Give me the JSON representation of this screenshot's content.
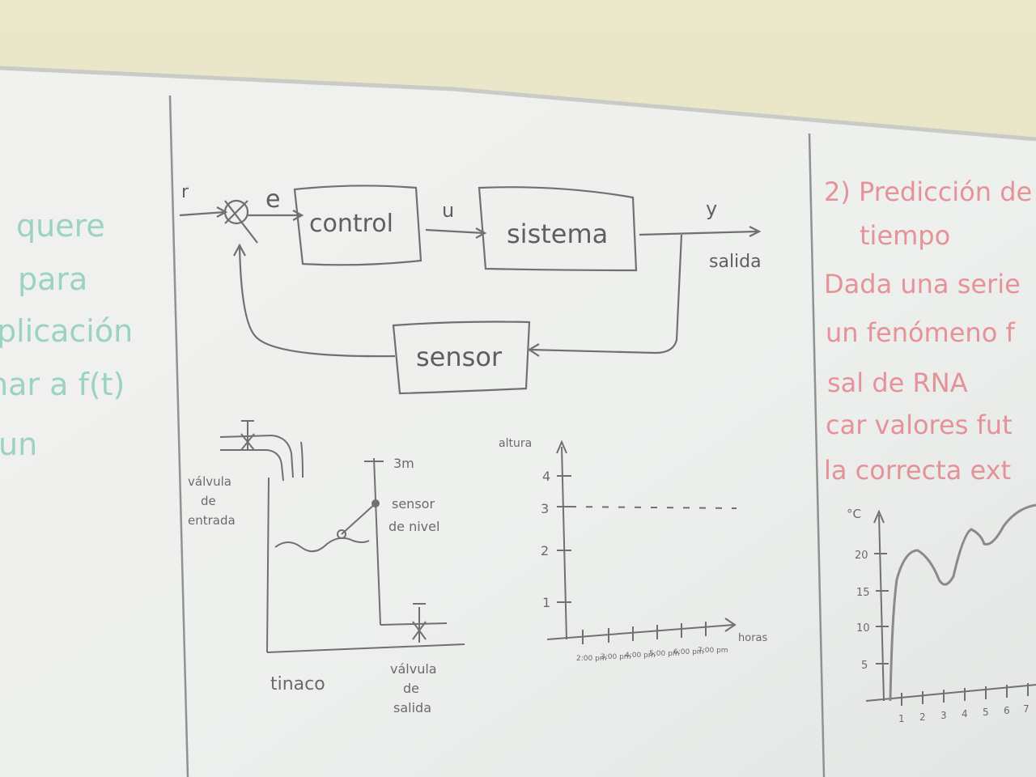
{
  "left_panel": {
    "lines": [
      "quere",
      "para",
      "plicación",
      "nar a f(t)",
      "un"
    ],
    "color": "#7fc9b4"
  },
  "block_diagram": {
    "input_label": "r",
    "error_label": "e",
    "control_label": "control",
    "control_output_label": "u",
    "system_label": "sistema",
    "output_label": "y",
    "output_caption": "salida",
    "sensor_label": "sensor",
    "ink_color": "#6d6d6d"
  },
  "tank_drawing": {
    "inlet_label": [
      "válvula",
      "de",
      "entrada"
    ],
    "tank_label": "tinaco",
    "height_label": "3m",
    "sensor_label": [
      "sensor",
      "de nivel"
    ],
    "outlet_label": [
      "válvula",
      "de",
      "salida"
    ]
  },
  "sketch_graph": {
    "y_axis_label": "altura",
    "y_ticks": [
      "1",
      "2",
      "3",
      "4"
    ],
    "x_axis_label": "horas",
    "x_ticks": [
      "2:00 pm",
      "3:00 pm",
      "4:00 pm",
      "5:00 pm",
      "6:00 pm",
      "7:00 pm"
    ],
    "reference_level": 3
  },
  "right_panel": {
    "heading": [
      "2) Predicción de",
      "tiempo"
    ],
    "body_lines": [
      "Dada una serie",
      "un fenómeno f",
      "sal de RNA",
      "car valores fut",
      "la correcta ext"
    ],
    "color": "#e4828a",
    "graph": {
      "y_axis_label": "°C",
      "y_ticks": [
        "5",
        "10",
        "15",
        "20"
      ],
      "x_ticks": [
        "1",
        "2",
        "3",
        "4",
        "5",
        "6",
        "7"
      ]
    }
  }
}
